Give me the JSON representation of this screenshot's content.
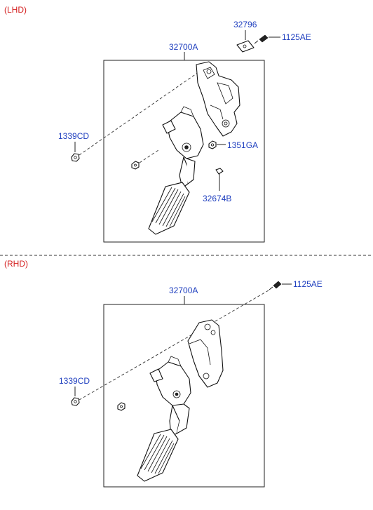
{
  "sections": [
    {
      "tag": "(LHD)",
      "assembly_label": "32700A",
      "callouts": {
        "bracket_plate": "32796",
        "bolt_top": "1125AE",
        "nut_left": "1339CD",
        "nut_right": "1351GA",
        "stopper": "32674B"
      }
    },
    {
      "tag": "(RHD)",
      "assembly_label": "32700A",
      "callouts": {
        "bolt_top": "1125AE",
        "nut_left": "1339CD"
      }
    }
  ],
  "colors": {
    "section_tag": "#d42020",
    "part_number": "#1f3fbf"
  }
}
